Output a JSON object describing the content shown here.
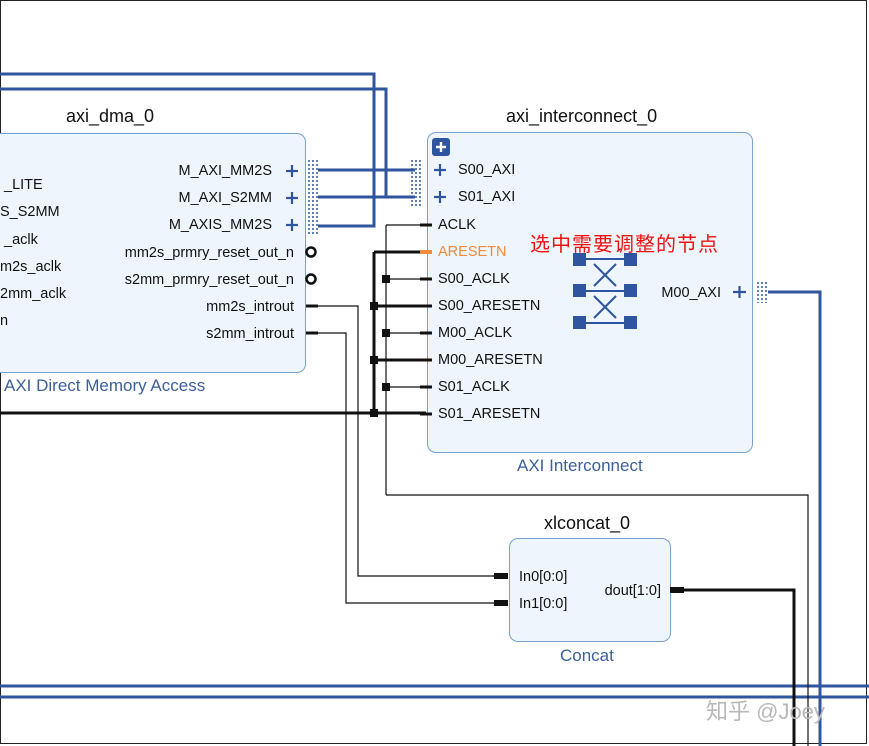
{
  "blocks": {
    "dma": {
      "instance": "axi_dma_0",
      "subtitle": "AXI Direct Memory Access",
      "left_pins": [
        "_LITE",
        "S_S2MM",
        "_aclk",
        "m2s_aclk",
        "2mm_aclk",
        "n"
      ],
      "right_pins": [
        "M_AXI_MM2S",
        "M_AXI_S2MM",
        "M_AXIS_MM2S",
        "mm2s_prmry_reset_out_n",
        "s2mm_prmry_reset_out_n",
        "mm2s_introut",
        "s2mm_introut"
      ]
    },
    "interconnect": {
      "instance": "axi_interconnect_0",
      "subtitle": "AXI Interconnect",
      "left_pins": [
        "S00_AXI",
        "S01_AXI",
        "ACLK",
        "ARESETN",
        "S00_ACLK",
        "S00_ARESETN",
        "M00_ACLK",
        "M00_ARESETN",
        "S01_ACLK",
        "S01_ARESETN"
      ],
      "right_pins": [
        "M00_AXI"
      ]
    },
    "concat": {
      "instance": "xlconcat_0",
      "subtitle": "Concat",
      "left_pins": [
        "In0[0:0]",
        "In1[0:0]"
      ],
      "right_pins": [
        "dout[1:0]"
      ]
    }
  },
  "annotation": "选中需要调整的节点",
  "watermark": "知乎 @Joey",
  "colors": {
    "bus": "#2f559e",
    "net": "#111111",
    "block_fill": "#eef5fc",
    "block_border": "#7aa0cc",
    "subtitle": "#3d5f9a",
    "highlight_pin": "#f08a3a",
    "annotation": "#ee1111",
    "symbol": "#2f559e"
  }
}
